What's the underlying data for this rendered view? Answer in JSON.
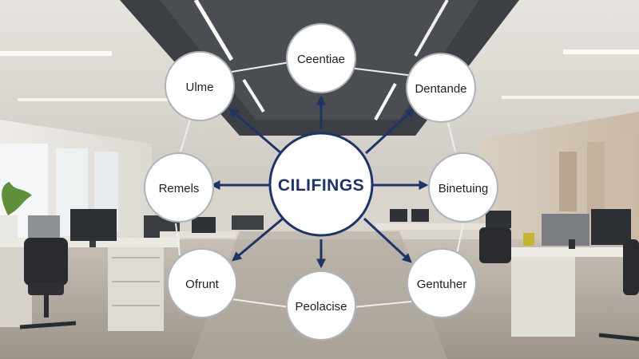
{
  "diagram": {
    "center": {
      "label": "CILIFINGS"
    },
    "nodes": [
      {
        "id": "top",
        "label": "Ceentiae"
      },
      {
        "id": "top-left",
        "label": "Ulme"
      },
      {
        "id": "top-right",
        "label": "Dentande"
      },
      {
        "id": "left",
        "label": "Remels"
      },
      {
        "id": "right",
        "label": "Binetuing"
      },
      {
        "id": "bottom-left",
        "label": "Ofrunt"
      },
      {
        "id": "bottom",
        "label": "Peolacise"
      },
      {
        "id": "bottom-right",
        "label": "Gentuher"
      }
    ]
  },
  "colors": {
    "arrow": "#1e3466",
    "center_border": "#1e3466",
    "node_border": "#aeb3b9",
    "connector": "#eceeef"
  }
}
